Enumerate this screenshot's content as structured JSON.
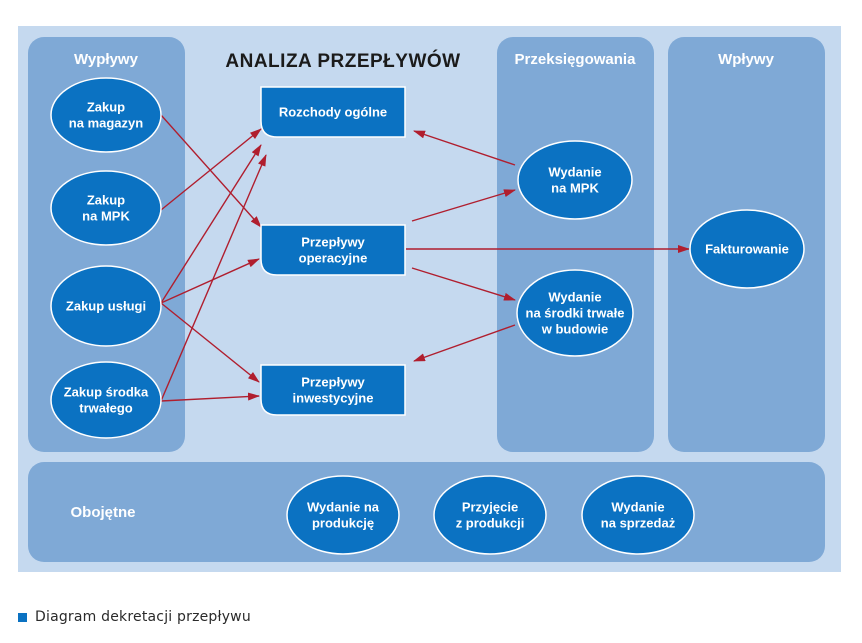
{
  "title": "ANALIZA PRZEPŁYWÓW",
  "columns": {
    "wyplywy": "Wypływy",
    "przeksiegowania": "Przeksięgowania",
    "wplywy": "Wpływy",
    "obojetne": "Obojętne"
  },
  "sources": {
    "zakup_magazyn": [
      "Zakup",
      "na magazyn"
    ],
    "zakup_mpk": [
      "Zakup",
      "na MPK"
    ],
    "zakup_uslugi": [
      "Zakup usługi"
    ],
    "zakup_srodka": [
      "Zakup środka",
      "trwałego"
    ]
  },
  "categories": {
    "rozchody": [
      "Rozchody ogólne"
    ],
    "operacyjne": [
      "Przepływy",
      "operacyjne"
    ],
    "inwestycyjne": [
      "Przepływy",
      "inwestycyjne"
    ]
  },
  "transfers": {
    "wydanie_mpk": [
      "Wydanie",
      "na MPK"
    ],
    "wydanie_srodki": [
      "Wydanie",
      "na środki trwałe",
      "w budowie"
    ]
  },
  "inflows": {
    "fakturowanie": [
      "Fakturowanie"
    ]
  },
  "neutral": {
    "wydanie_produkcje": [
      "Wydanie na",
      "produkcję"
    ],
    "przyjecie_produkcji": [
      "Przyjęcie",
      "z produkcji"
    ],
    "wydanie_sprzedaz": [
      "Wydanie",
      "na sprzedaż"
    ]
  },
  "caption": "Diagram dekretacji przepływu",
  "colors": {
    "background": "#c5d9ef",
    "panel": "#7fa9d6",
    "node": "#0b72c2",
    "node_text": "#ffffff",
    "arrow": "#b01e2e",
    "title": "#1b1b1b"
  },
  "edges": [
    {
      "from": "zakup_magazyn",
      "to": "operacyjne"
    },
    {
      "from": "zakup_mpk",
      "to": "rozchody"
    },
    {
      "from": "zakup_uslugi",
      "to": "rozchody"
    },
    {
      "from": "zakup_uslugi",
      "to": "operacyjne"
    },
    {
      "from": "zakup_uslugi",
      "to": "inwestycyjne"
    },
    {
      "from": "zakup_srodka",
      "to": "rozchody"
    },
    {
      "from": "zakup_srodka",
      "to": "inwestycyjne"
    },
    {
      "from": "wydanie_mpk",
      "to": "rozchody"
    },
    {
      "from": "operacyjne",
      "to": "wydanie_mpk"
    },
    {
      "from": "operacyjne",
      "to": "wydanie_srodki"
    },
    {
      "from": "operacyjne",
      "to": "fakturowanie"
    },
    {
      "from": "wydanie_srodki",
      "to": "inwestycyjne"
    }
  ]
}
